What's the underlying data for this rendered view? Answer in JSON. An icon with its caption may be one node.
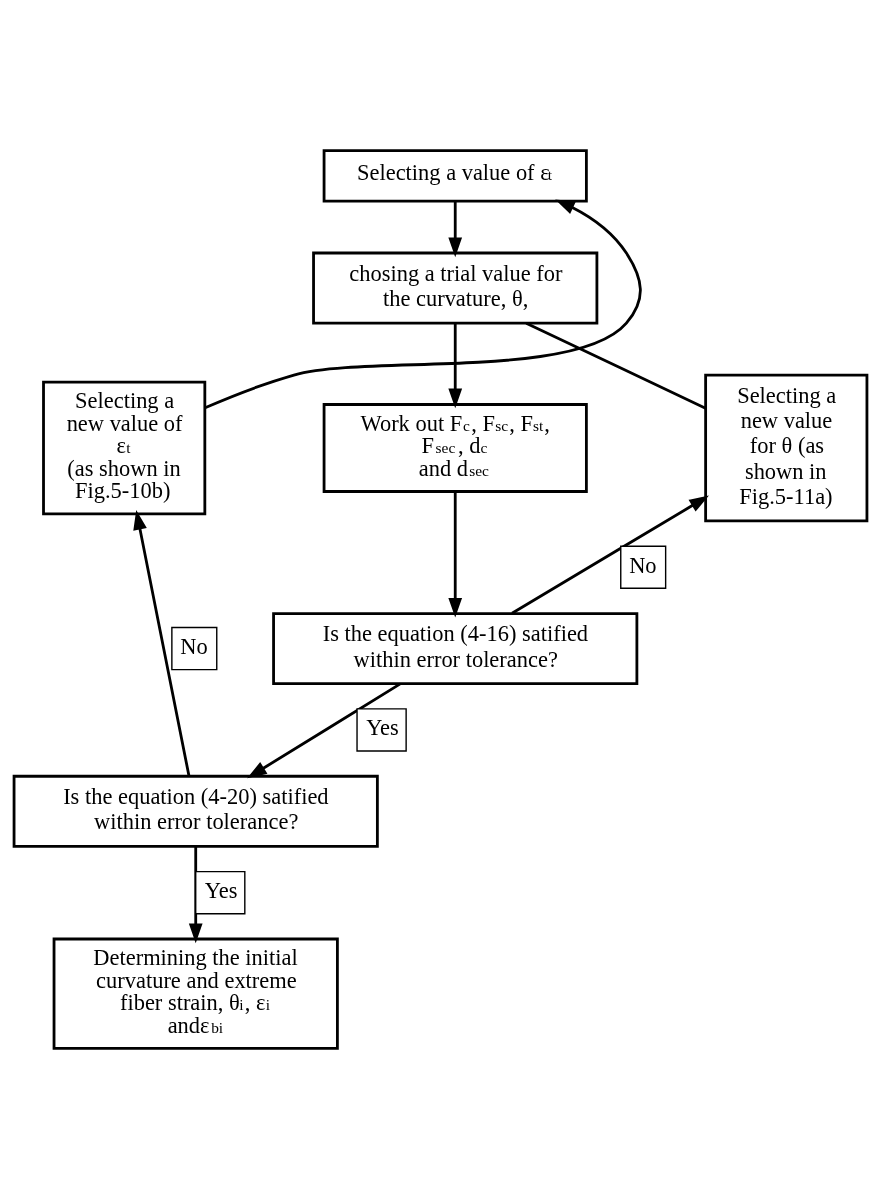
{
  "diagram": {
    "nodes": [
      {
        "text": [
          "Selecting a value of ε$_{t}$"
        ]
      },
      {
        "text": [
          "chosing a trial value for the curvature, θ,"
        ]
      },
      {
        "text": [
          "Work out F$_{c}$, F$_{sc}$, F$_{st}$, F$_{sec}$, d$_{c}$ and d$_{sec}$"
        ]
      },
      {
        "text": [
          "Is the equation (4-16) satified within error tolerance?"
        ]
      },
      {
        "text": [
          "Is the equation (4-20) satified within error tolerance?"
        ]
      },
      {
        "text": [
          "Determining the initial curvature and extreme fiber strain, θ$_{i}$, ε$_{i}$ andε$_{bi}$"
        ]
      },
      {
        "text": [
          "Selecting a new value of ε$_{t}$ (as shown in Fig.5-10b)"
        ]
      },
      {
        "text": [
          "Selecting a new value for θ (as shown in Fig.5-11a)"
        ]
      }
    ],
    "edges": [
      {
        "from": 0,
        "to": 1,
        "arrow": "to"
      },
      {
        "from": 1,
        "to": 2,
        "arrow": "to"
      },
      {
        "from": 2,
        "to": 3,
        "arrow": "to"
      },
      {
        "from": 3,
        "to": 7,
        "arrow": "to",
        "label": "No"
      },
      {
        "from": 7,
        "to": 1,
        "arrow": "none"
      },
      {
        "from": 3,
        "to": 4,
        "arrow": "to",
        "label": "Yes"
      },
      {
        "from": 4,
        "to": 6,
        "arrow": "to",
        "label": "No"
      },
      {
        "from": 6,
        "to": 0,
        "arrow": "to"
      },
      {
        "from": 4,
        "to": 5,
        "arrow": "to",
        "label": "Yes"
      }
    ]
  }
}
